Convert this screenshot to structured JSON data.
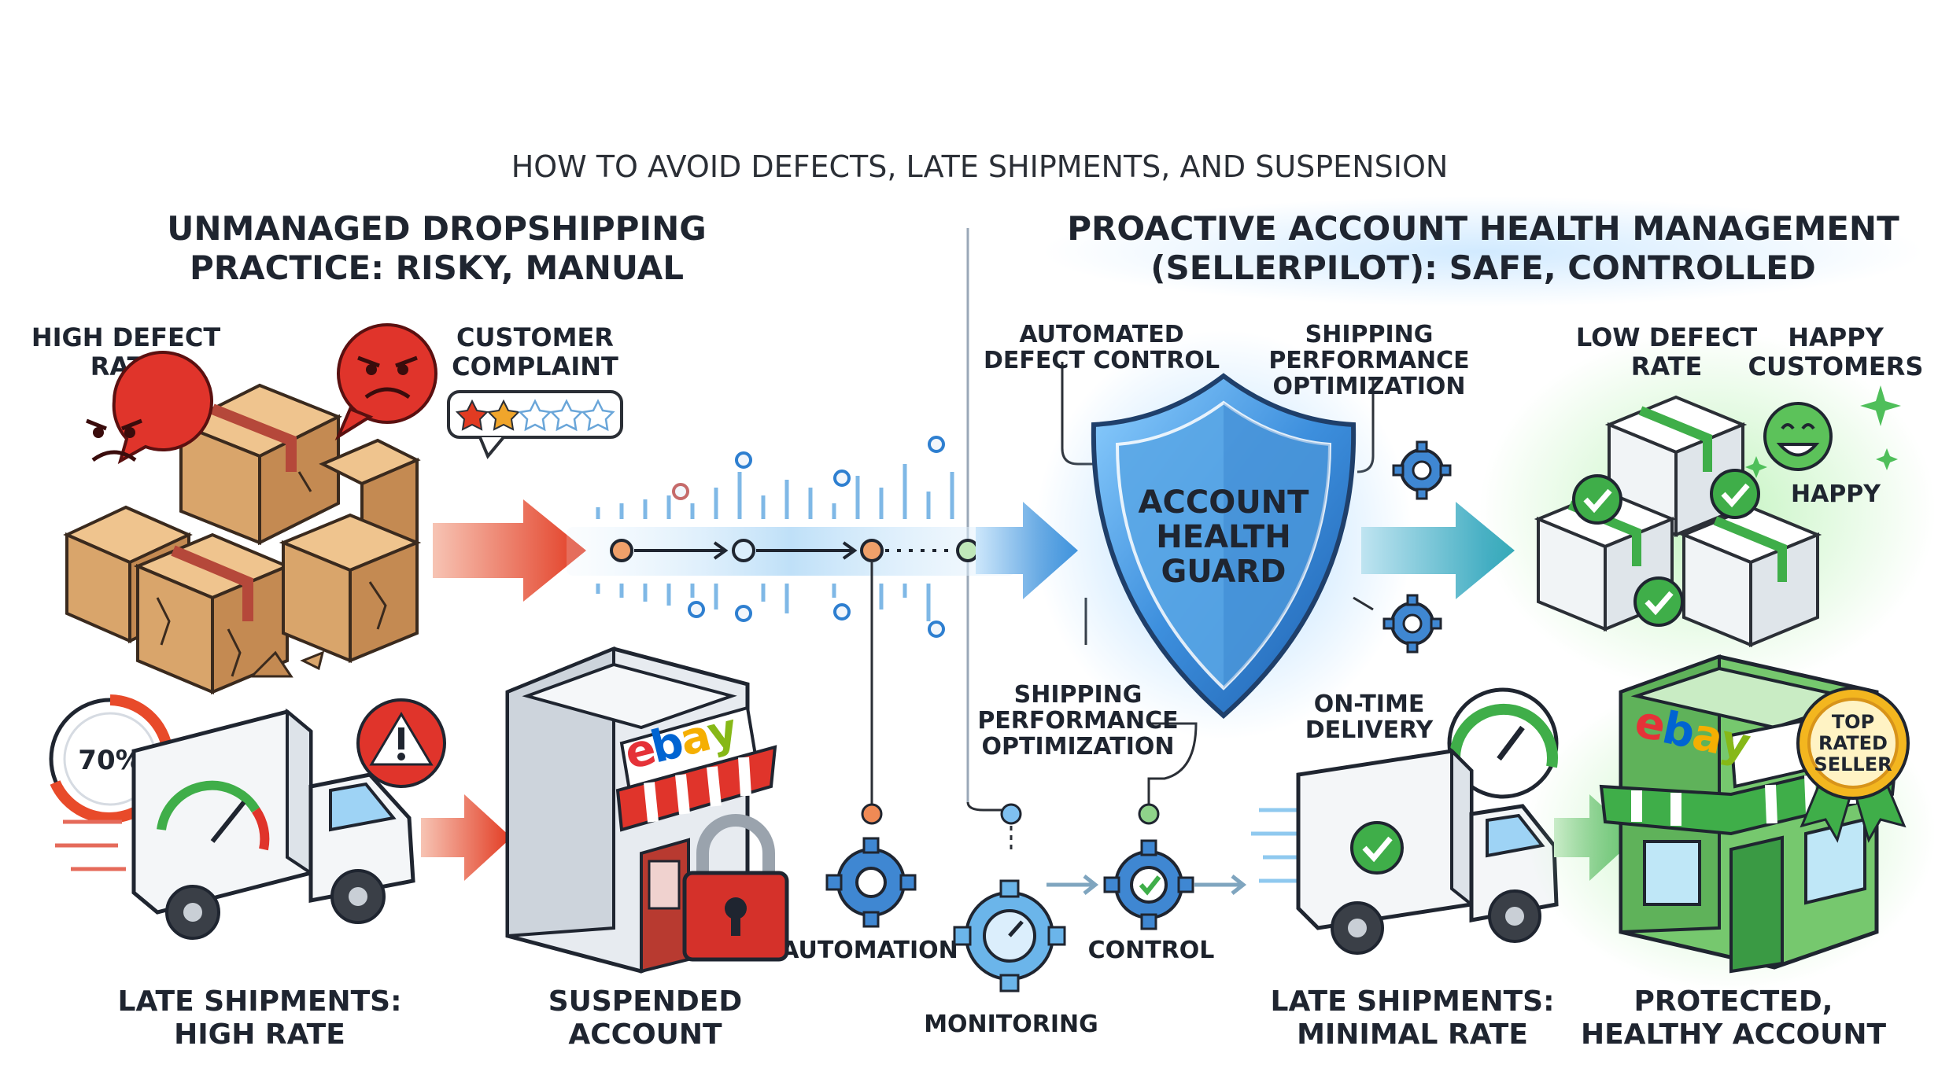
{
  "title": "HOW TO AVOID DEFECTS, LATE SHIPMENTS, AND SUSPENSION",
  "left": {
    "heading_line1": "UNMANAGED DROPSHIPPING",
    "heading_line2": "PRACTICE: RISKY, MANUAL",
    "high_defect_line1": "HIGH DEFECT",
    "high_defect_line2": "RATE",
    "complaint_line1": "CUSTOMER",
    "complaint_line2": "COMPLAINT",
    "complaint_stars_filled": 2,
    "complaint_stars_total": 5,
    "late_rate_value": "70%",
    "late_line1": "LATE SHIPMENTS:",
    "late_line2": "HIGH RATE",
    "store_logo": "ebay",
    "suspended_line1": "SUSPENDED",
    "suspended_line2": "ACCOUNT"
  },
  "center": {
    "automation": "AUTOMATION",
    "monitoring": "MONITORING",
    "control": "CONTROL"
  },
  "right": {
    "heading_line1": "PROACTIVE ACCOUNT HEALTH MANAGEMENT",
    "heading_line2": "(SELLERPILOT): SAFE, CONTROLLED",
    "auto_defect_line1": "AUTOMATED",
    "auto_defect_line2": "DEFECT CONTROL",
    "ship_perf_top_line1": "SHIPPING",
    "ship_perf_top_line2": "PERFORMANCE",
    "ship_perf_top_line3": "OPTIMIZATION",
    "shield_line1": "ACCOUNT",
    "shield_line2": "HEALTH",
    "shield_line3": "GUARD",
    "ship_perf_bot_line1": "SHIPPING",
    "ship_perf_bot_line2": "PERFORMANCE",
    "ship_perf_bot_line3": "OPTIMIZATION",
    "ontime_line1": "ON-TIME",
    "ontime_line2": "DELIVERY",
    "low_defect_line1": "LOW DEFECT",
    "low_defect_line2": "RATE",
    "happy_line1": "HAPPY",
    "happy_line2": "CUSTOMERS",
    "happy_small": "HAPPY",
    "badge_line1": "TOP",
    "badge_line2": "RATED",
    "badge_line3": "SELLER",
    "store_logo": "ebay",
    "late_line1": "LATE SHIPMENTS:",
    "late_line2": "MINIMAL RATE",
    "protected_line1": "PROTECTED,",
    "protected_line2": "HEALTHY ACCOUNT"
  },
  "colors": {
    "danger": "#d8342c",
    "box": "#d9a56b",
    "tape": "#b5483a",
    "shield": "#2e7fd0",
    "safe": "#3fae49",
    "flow": "#6fb4ea",
    "ebay_e": "#e53238",
    "ebay_b": "#0064d2",
    "ebay_a": "#f5af02",
    "ebay_y": "#86b817"
  },
  "icons": [
    "angry-face-icon",
    "star-rating-icon",
    "warning-icon",
    "gauge-icon",
    "padlock-icon",
    "gear-icon",
    "checkmark-icon",
    "smiley-face-icon",
    "sparkle-icon",
    "award-badge-icon"
  ]
}
